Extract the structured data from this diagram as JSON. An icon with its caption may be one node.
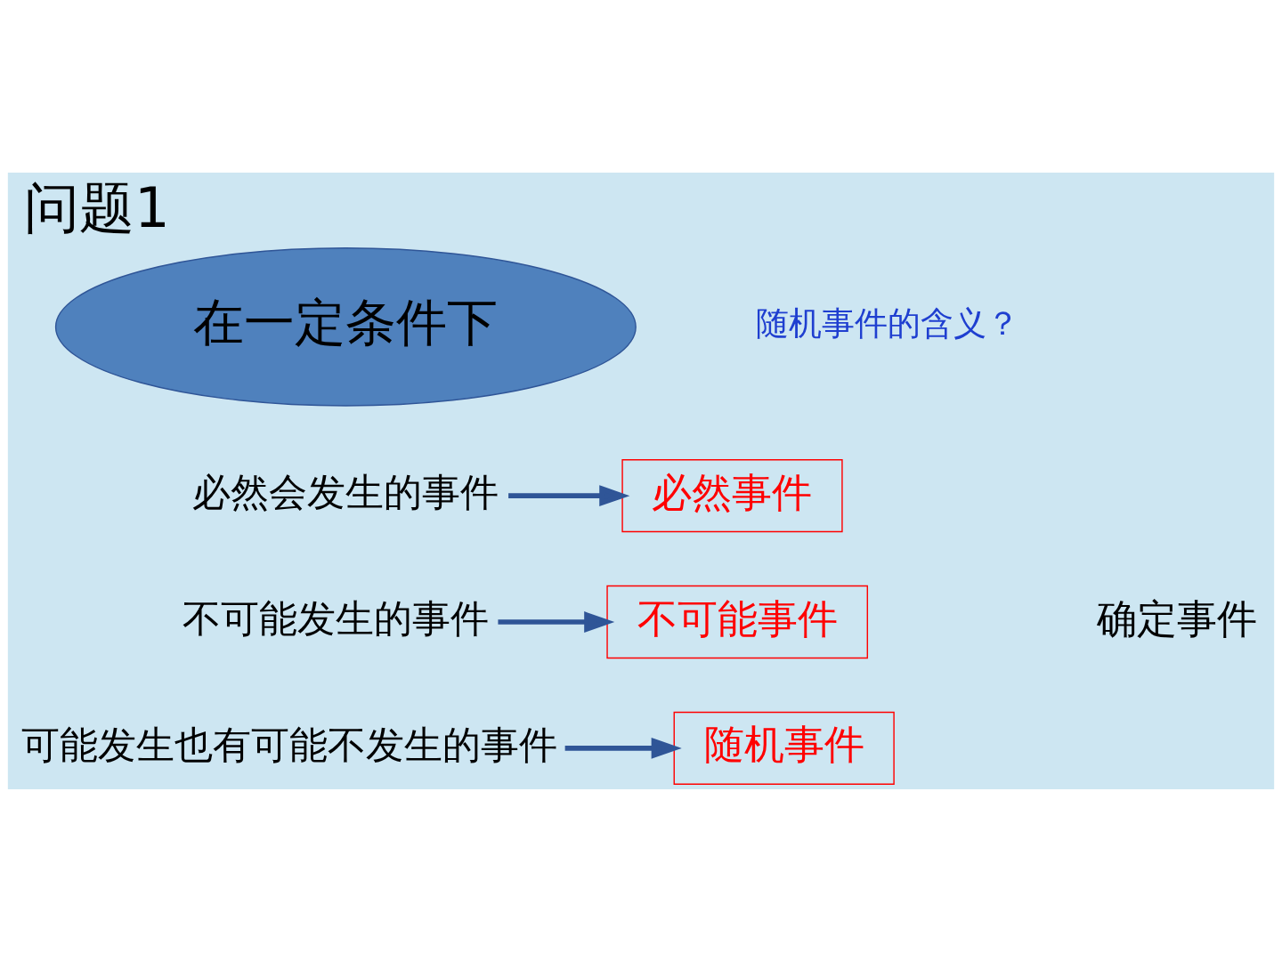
{
  "diagram": {
    "title": "问题1",
    "nodes": [
      {
        "text": [
          "在一定条件下"
        ]
      },
      {
        "text": [
          "必然会发生的事件"
        ]
      },
      {
        "text": [
          "必然事件"
        ]
      },
      {
        "text": [
          "不可能发生的事件"
        ]
      },
      {
        "text": [
          "不可能事件"
        ]
      },
      {
        "text": [
          "可能发生也有可能不发生的事件"
        ]
      },
      {
        "text": [
          "随机事件"
        ]
      }
    ],
    "edges": [
      {
        "from": 1,
        "to": 2,
        "arrow": "to"
      },
      {
        "from": 3,
        "to": 4,
        "arrow": "to"
      },
      {
        "from": 5,
        "to": 6,
        "arrow": "to"
      }
    ],
    "labels": [
      "随机事件的含义？",
      "确定事件"
    ]
  }
}
